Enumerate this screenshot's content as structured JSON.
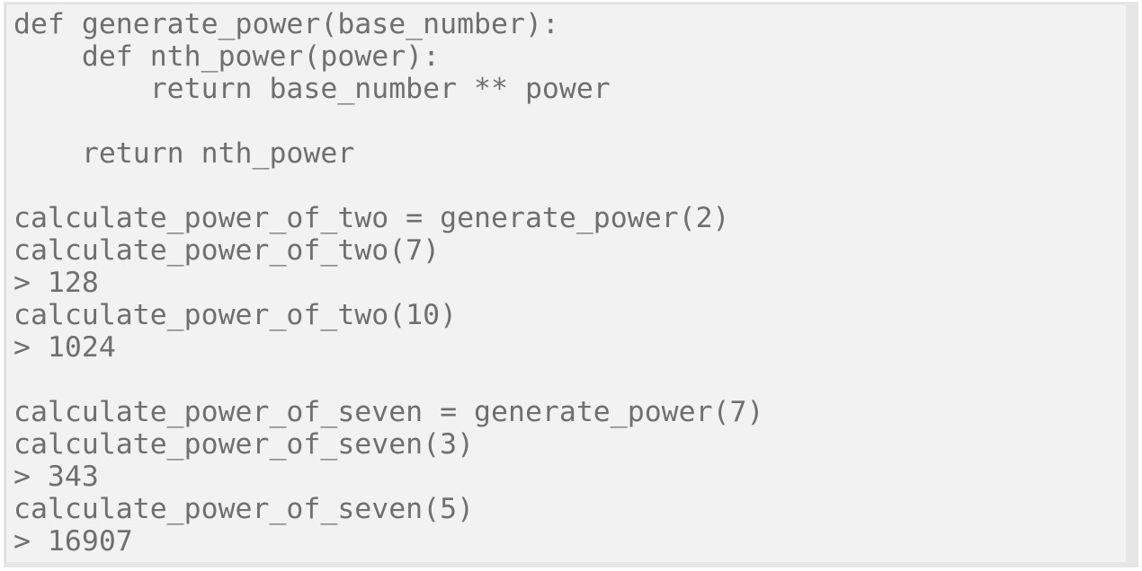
{
  "block": {
    "kind": "code-block",
    "language": "python",
    "background_color": "#f2f2f2",
    "frame_color": "#e6e6e6",
    "text_color": "#6f6f6f",
    "border_color": "#d9d9d9",
    "lines": [
      "def generate_power(base_number):",
      "    def nth_power(power):",
      "        return base_number ** power",
      "",
      "    return nth_power",
      "",
      "calculate_power_of_two = generate_power(2)",
      "calculate_power_of_two(7)",
      "> 128",
      "calculate_power_of_two(10)",
      "> 1024",
      "",
      "calculate_power_of_seven = generate_power(7)",
      "calculate_power_of_seven(3)",
      "> 343",
      "calculate_power_of_seven(5)",
      "> 16907"
    ]
  }
}
